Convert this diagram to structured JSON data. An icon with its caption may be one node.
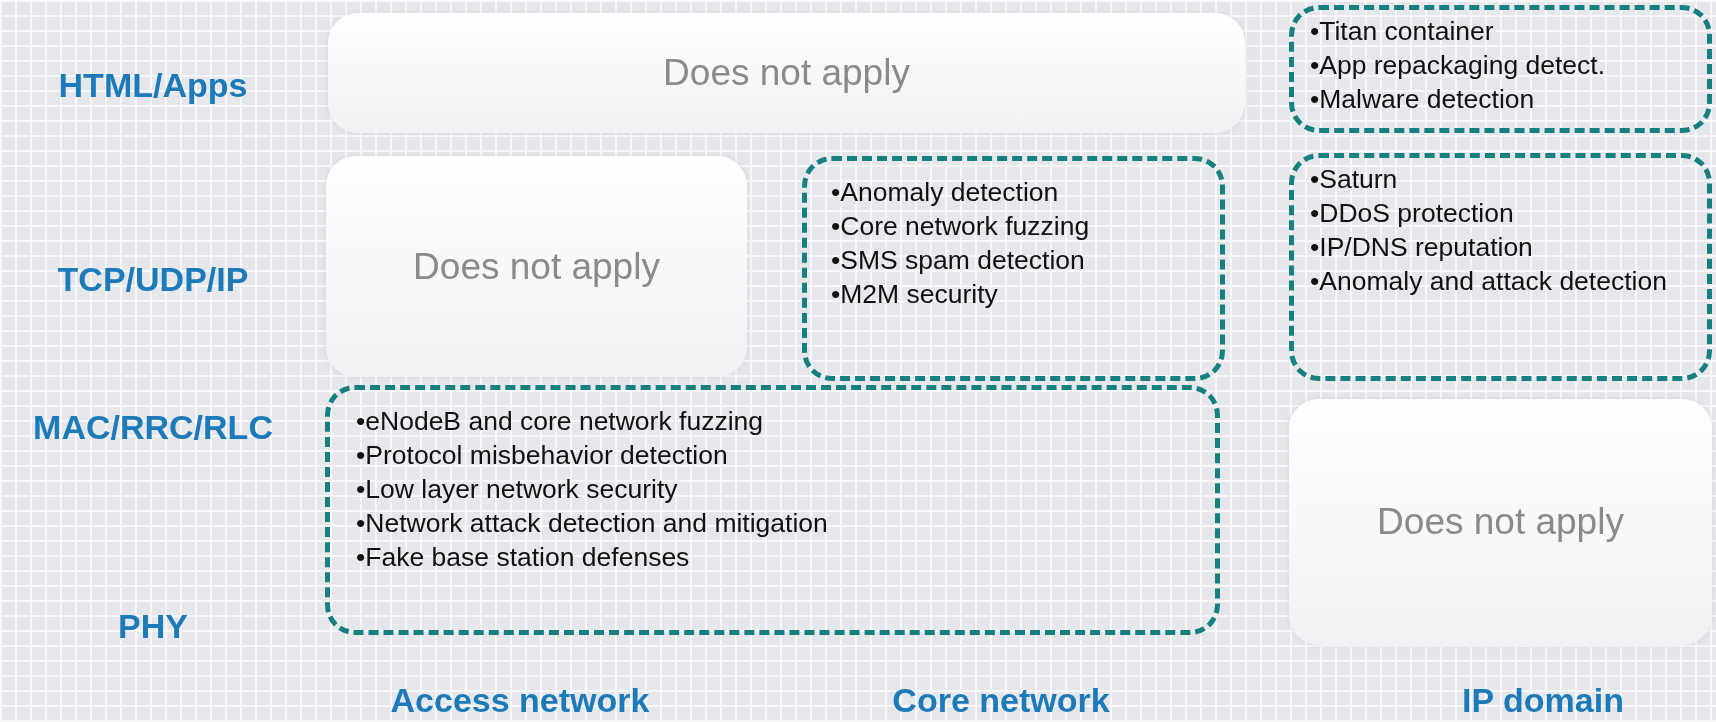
{
  "diagram": {
    "nodes": [
      {
        "text": [
          "Does not apply"
        ]
      },
      {
        "text": [
          "•Titan container",
          "•App repackaging detect.",
          "•Malware detection"
        ]
      },
      {
        "text": [
          "Does not apply"
        ]
      },
      {
        "text": [
          "•Anomaly detection",
          "•Core network fuzzing",
          "•SMS spam detection",
          "•M2M security"
        ]
      },
      {
        "text": [
          "•Saturn",
          "•DDoS protection",
          "•IP/DNS reputation",
          "•Anomaly and attack detection"
        ]
      },
      {
        "text": [
          "•eNodeB and core network fuzzing",
          "•Protocol misbehavior detection",
          "•Low layer network security",
          "•Network attack detection and mitigation",
          "•Fake base station defenses"
        ]
      },
      {
        "text": [
          "Does not apply"
        ]
      }
    ],
    "labels": [
      "HTML/Apps",
      "TCP/UDP/IP",
      "MAC/RRC/RLC",
      "PHY",
      "Access network",
      "Core network",
      "IP domain"
    ]
  }
}
